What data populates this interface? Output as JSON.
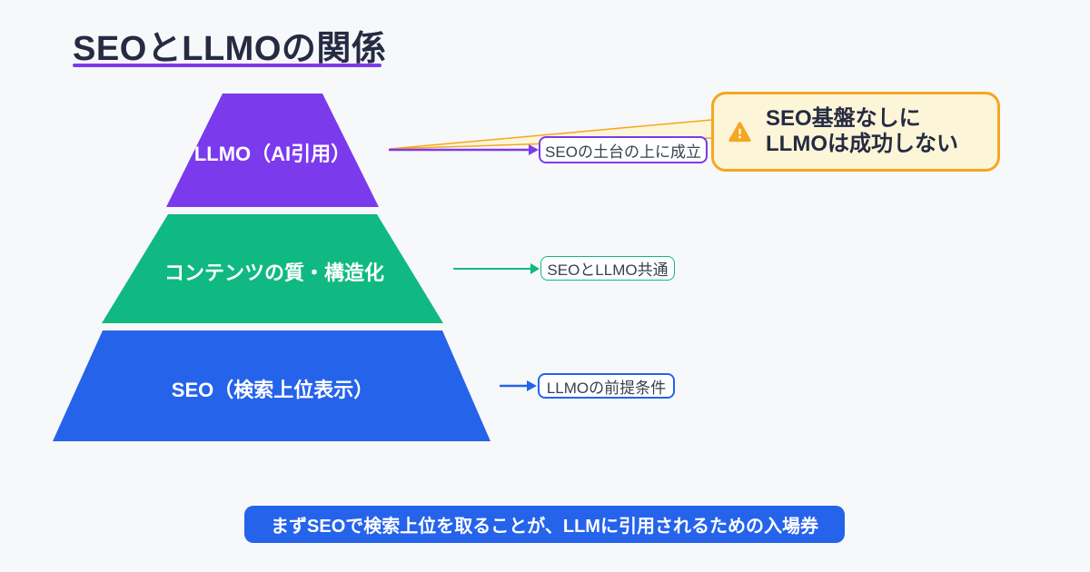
{
  "title": {
    "text": "SEOとLLMOの関係"
  },
  "pyramid": {
    "layers": [
      {
        "id": "llmo",
        "label": "LLMO（AI引用）",
        "color": "#7c3aed",
        "annotation": "SEOの土台の上に成立"
      },
      {
        "id": "content",
        "label": "コンテンツの質・構造化",
        "color": "#10b981",
        "annotation": "SEOとLLMO共通"
      },
      {
        "id": "seo",
        "label": "SEO（検索上位表示）",
        "color": "#2563eb",
        "annotation": "LLMOの前提条件"
      }
    ]
  },
  "callout": {
    "icon": "warning-icon",
    "text_line1": "SEO基盤なしに",
    "text_line2": "LLMOは成功しない",
    "border_color": "#f5a623",
    "bg_color": "#fdf5d7"
  },
  "banner": {
    "text": "まずSEOで検索上位を取ることが、LLMに引用されるための入場券",
    "bg_color": "#2563eb"
  },
  "colors": {
    "background": "#f7f8fa",
    "title_text": "#252b42",
    "accent_underline": "#7c3aed"
  }
}
